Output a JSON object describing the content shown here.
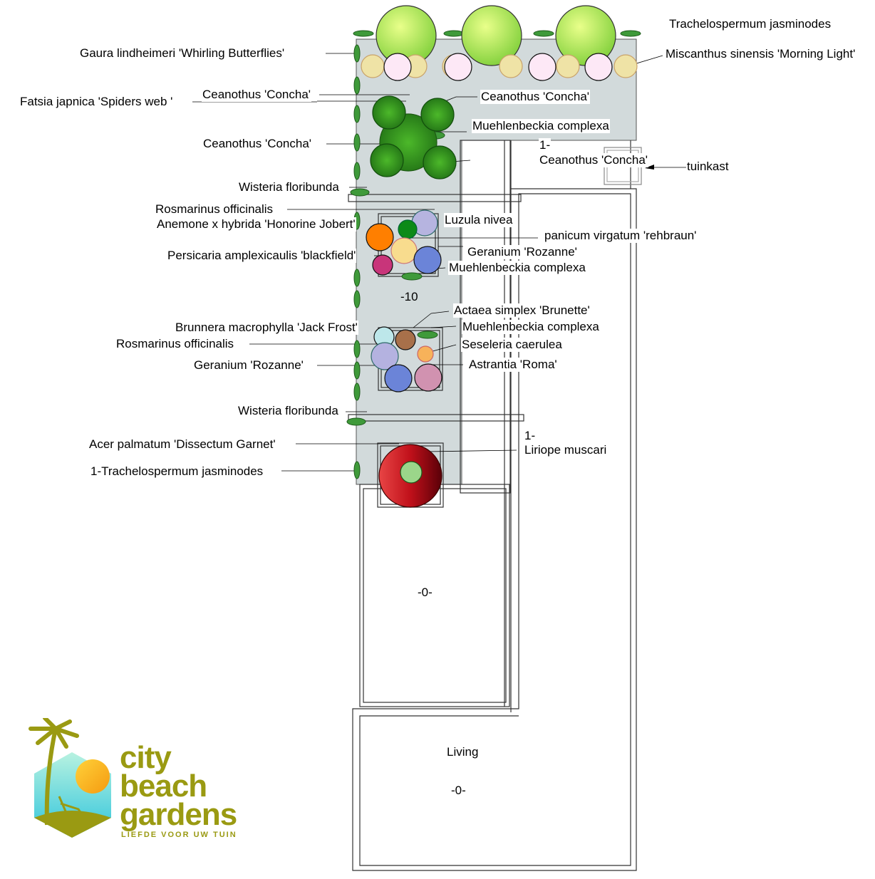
{
  "labels": {
    "trachelospermum_top": "Trachelospermum jasminodes",
    "gaura": "Gaura lindheimeri 'Whirling Butterflies'",
    "miscanthus": "Miscanthus sinensis 'Morning Light'",
    "fatsia": "Fatsia japnica  'Spiders web '",
    "ceanothus_1": "Ceanothus 'Concha'",
    "ceanothus_2": "Ceanothus 'Concha'",
    "muehlenbeckia_1": "Muehlenbeckia complexa",
    "ceanothus_3": "Ceanothus 'Concha'",
    "ceanothus_4_count": "1-",
    "ceanothus_4": "Ceanothus 'Concha'",
    "tuinkast": "tuinkast",
    "wisteria_1": "Wisteria floribunda",
    "rosmarinus_1": "Rosmarinus officinalis",
    "anemone": "Anemone x hybrida 'Honorine Jobert'",
    "luzula": "Luzula nivea",
    "panicum": "panicum virgatum 'rehbraun'",
    "geranium_1": "Geranium 'Rozanne'",
    "persicaria": "Persicaria amplexicaulis 'blackfield'",
    "muehlenbeckia_2": "Muehlenbeckia complexa",
    "level_terrace": "-10",
    "actaea": "Actaea simplex 'Brunette'",
    "muehlenbeckia_3": "Muehlenbeckia complexa",
    "brunnera": "Brunnera macrophylla 'Jack Frost'",
    "rosmarinus_2": "Rosmarinus officinalis",
    "seseleria": "Seseleria caerulea",
    "geranium_2": "Geranium 'Rozanne'",
    "astrantia": "Astrantia 'Roma'",
    "wisteria_2": "Wisteria floribunda",
    "liriope_count": "1-",
    "liriope": "Liriope muscari",
    "acer": "Acer palmatum 'Dissectum Garnet'",
    "trachelospermum_bottom": "1-Trachelospermum jasminodes",
    "level_middle": "-0-",
    "living": "Living",
    "level_living": "-0-"
  },
  "logo": {
    "line1": "city",
    "line2": "beach",
    "line3": "gardens",
    "tagline": "LIEFDE VOOR UW TUIN"
  },
  "colors": {
    "paving": "#d2dadb",
    "shrub_dark": "#2a8a1e",
    "logo_olive": "#9a9a12"
  }
}
